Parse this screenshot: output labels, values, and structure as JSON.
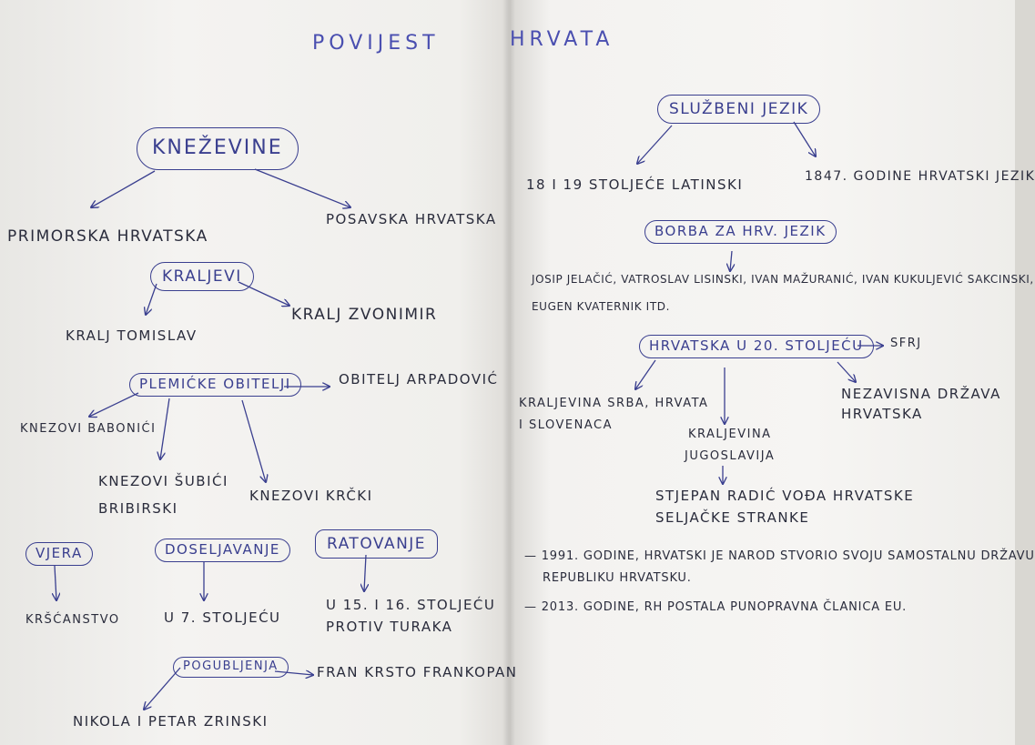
{
  "title": {
    "left": "POVIJEST",
    "right": "HRVATA"
  },
  "left_page": {
    "knezevine": {
      "label": "KNEŽEVINE",
      "children": [
        "PRIMORSKA HRVATSKA",
        "POSAVSKA HRVATSKA"
      ]
    },
    "kraljevi": {
      "label": "KRALJEVI",
      "children": [
        "KRALJ TOMISLAV",
        "KRALJ ZVONIMIR"
      ]
    },
    "plemicke_obitelji": {
      "label": "PLEMIĆKE OBITELJI",
      "children": [
        "OBITELJ ARPADOVIĆ",
        "KNEZOVI BABONIĆI",
        "KNEZOVI ŠUBIĆI",
        "BRIBIRSKI",
        "KNEZOVI KRČKI"
      ]
    },
    "vjera": {
      "label": "VJERA",
      "child": "KRŠĆANSTVO"
    },
    "doseljavanje": {
      "label": "DOSELJAVANJE",
      "child": "U 7. STOLJEĆU"
    },
    "ratovanje": {
      "label": "RATOVANJE",
      "child_lines": [
        "U 15. I 16. STOLJEĆU",
        "PROTIV TURAKA"
      ]
    },
    "pogubljenja": {
      "label": "POGUBLJENJA",
      "children": [
        "FRAN KRSTO FRANKOPAN",
        "NIKOLA I PETAR ZRINSKI"
      ]
    }
  },
  "right_page": {
    "sluzbeni_jezik": {
      "label": "SLUŽBENI JEZIK",
      "children": [
        "18 I 19 STOLJEĆE LATINSKI",
        "1847. GODINE HRVATSKI JEZIK"
      ]
    },
    "borba": {
      "label": "BORBA ZA HRV. JEZIK",
      "child_lines": [
        "JOSIP JELAČIĆ, VATROSLAV LISINSKI, IVAN MAŽURANIĆ, IVAN KUKULJEVIĆ SAKCINSKI,",
        "EUGEN KVATERNIK ITD."
      ]
    },
    "hrvatska_20": {
      "label": "HRVATSKA U 20. STOLJEĆU",
      "sfrj": "SFRJ",
      "kraljevina_shs": [
        "KRALJEVINA SRBA, HRVATA",
        "I SLOVENACA"
      ],
      "jugoslavija": [
        "KRALJEVINA",
        "JUGOSLAVIJA"
      ],
      "ndh": [
        "NEZAVISNA DRŽAVA",
        "HRVATSKA"
      ],
      "radic": [
        "STJEPAN RADIĆ VOĐA HRVATSKE",
        "SELJAČKE STRANKE"
      ]
    },
    "notes": [
      [
        "— 1991. GODINE, HRVATSKI JE NAROD STVORIO SVOJU SAMOSTALNU DRŽAVU",
        "REPUBLIKU HRVATSKU."
      ],
      [
        "— 2013. GODINE, RH POSTALA PUNOPRAVNA ČLANICA EU."
      ]
    ]
  },
  "colors": {
    "ink": "#3a3f8f",
    "pencil": "#2a2c3c",
    "paper": "#f4f3f1"
  }
}
